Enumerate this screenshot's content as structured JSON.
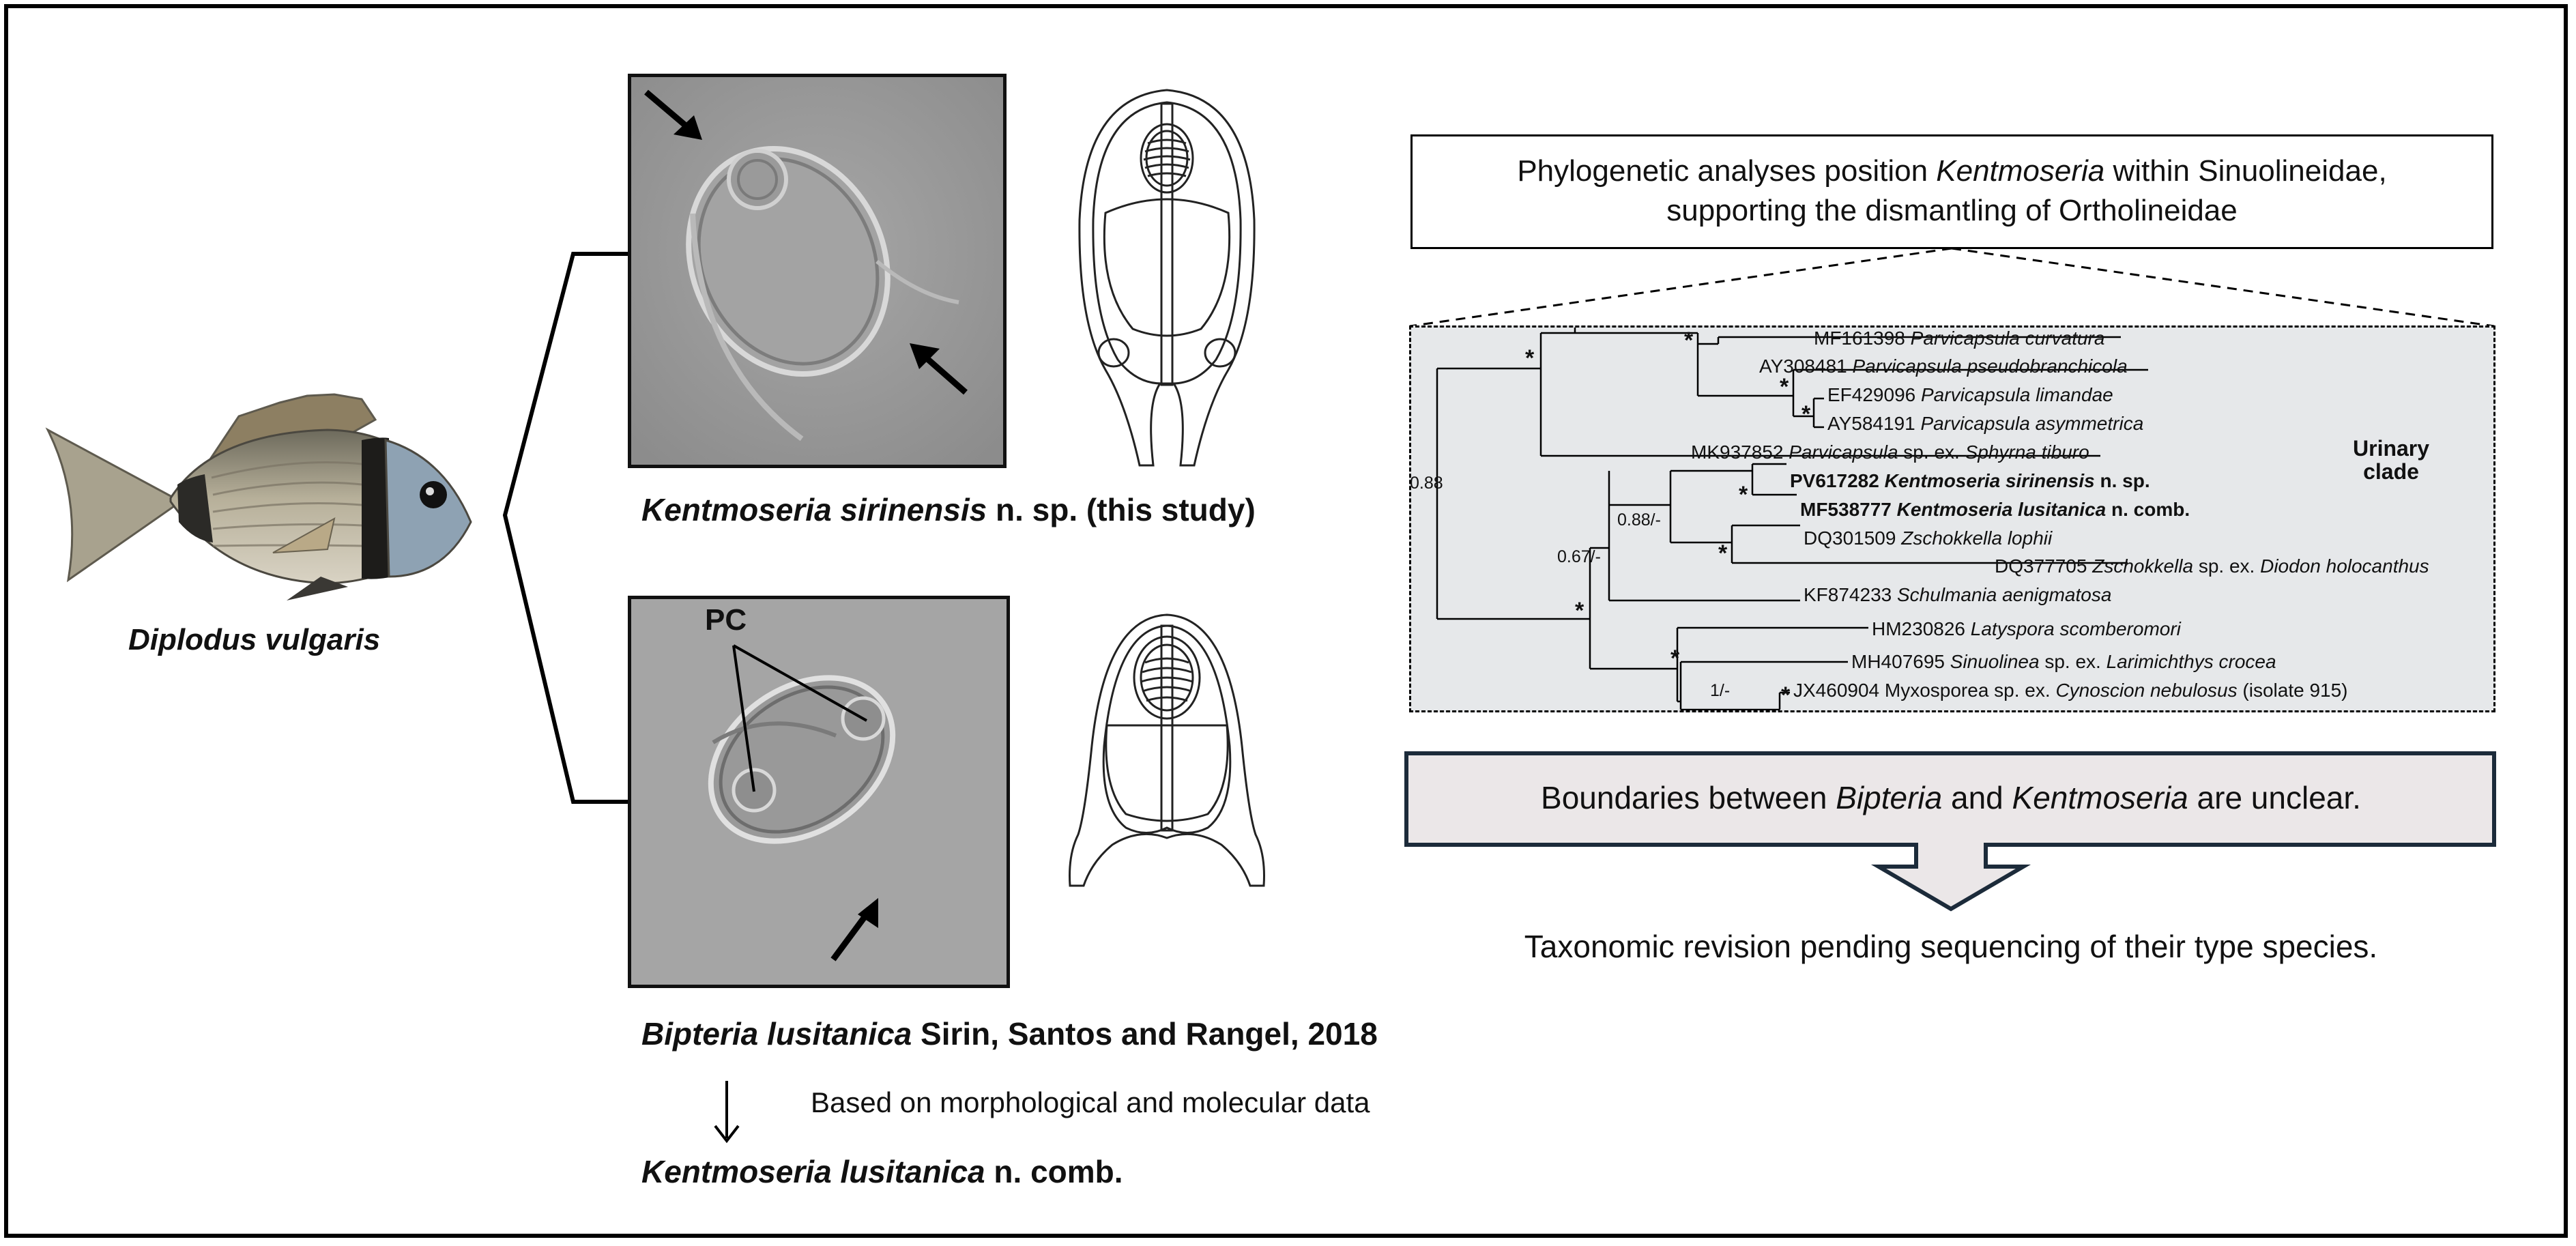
{
  "fish": {
    "name": "Diplodus vulgaris"
  },
  "species1": {
    "name": "Kentmoseria sirinensis",
    "suffix": " n. sp. (this study)"
  },
  "species2": {
    "name": "Bipteria lusitanica",
    "authority": " Sirin, Santos and Rangel, 2018",
    "pc_label": "PC",
    "note": "Based on morphological and molecular data",
    "new_name": "Kentmoseria lusitanica",
    "new_suffix": " n. comb."
  },
  "phylo_box": {
    "line1_pre": "Phylogenetic analyses position ",
    "line1_genus": "Kentmoseria",
    "line1_post": " within Sinuolineidae,",
    "line2": "supporting the dismantling of Ortholineidae"
  },
  "tree": {
    "leaves": [
      {
        "acc": "MF161398",
        "taxon": "Parvicapsula curvatura",
        "extra": "",
        "bold": false
      },
      {
        "acc": "AY308481",
        "taxon": "Parvicapsula pseudobranchicola",
        "extra": "",
        "bold": false
      },
      {
        "acc": "EF429096",
        "taxon": "Parvicapsula limandae",
        "extra": "",
        "bold": false
      },
      {
        "acc": "AY584191",
        "taxon": "Parvicapsula asymmetrica",
        "extra": "",
        "bold": false
      },
      {
        "acc": "MK937852",
        "taxon": "Parvicapsula",
        "extra": " sp. ex. ",
        "taxon2": "Sphyrna tiburo",
        "bold": false
      },
      {
        "acc": "PV617282",
        "taxon": "Kentmoseria sirinensis",
        "extra": " n. sp.",
        "bold": true
      },
      {
        "acc": "MF538777",
        "taxon": "Kentmoseria lusitanica",
        "extra": " n. comb.",
        "bold": true
      },
      {
        "acc": "DQ301509",
        "taxon": "Zschokkella lophii",
        "extra": "",
        "bold": false
      },
      {
        "acc": "DQ377705",
        "taxon": "Zschokkella",
        "extra": " sp. ex. ",
        "taxon2": "Diodon holocanthus",
        "bold": false
      },
      {
        "acc": "KF874233",
        "taxon": "Schulmania aenigmatosa",
        "extra": "",
        "bold": false
      },
      {
        "acc": "HM230826",
        "taxon": "Latyspora scomberomori",
        "extra": "",
        "bold": false
      },
      {
        "acc": "MH407695",
        "taxon": "Sinuolinea",
        "extra": " sp. ex. ",
        "taxon2": "Larimichthys crocea",
        "bold": false
      },
      {
        "acc": "JX460904",
        "taxon": "Myxosporea sp. ex. ",
        "taxon_plain": true,
        "extra": "",
        "taxon2": "Cynoscion nebulosus",
        "extra2": " (isolate 915)",
        "bold": false
      }
    ],
    "support_root": "0.88",
    "support_a": "0.88/-",
    "support_b": "0.67/-",
    "support_c": "1/-",
    "star": "*",
    "clade_label_line1": "Urinary",
    "clade_label_line2": "clade"
  },
  "boundary_box": {
    "pre": "Boundaries between ",
    "g1": "Bipteria",
    "mid": " and ",
    "g2": "Kentmoseria",
    "post": " are unclear."
  },
  "conclusion": "Taxonomic revision pending sequencing of their type species.",
  "colors": {
    "tree_bg": "#e6e8ea",
    "boundary_bg": "#ebe7e8",
    "boundary_border": "#1c2b3a"
  }
}
